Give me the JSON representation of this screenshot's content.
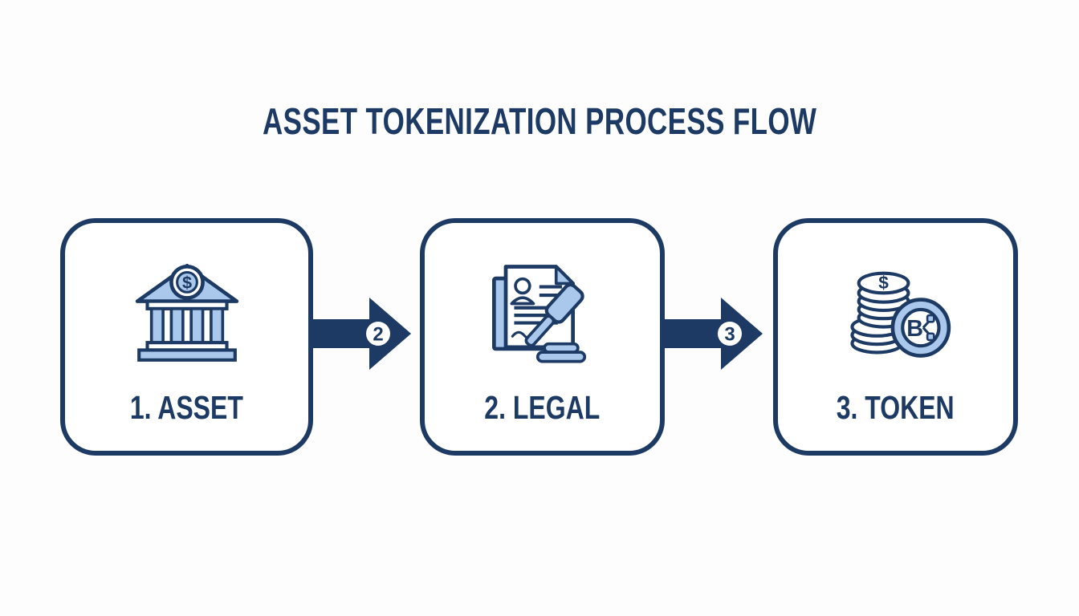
{
  "title": "ASSET TOKENIZATION PROCESS FLOW",
  "colors": {
    "navy": "#1c3a64",
    "light_blue": "#a9c8ec",
    "background": "#fdfdfd",
    "box_background": "#ffffff"
  },
  "steps": [
    {
      "label": "1. ASSET",
      "icon": "bank-icon",
      "coin_symbol": "$"
    },
    {
      "label": "2. LEGAL",
      "icon": "document-gavel-icon"
    },
    {
      "label": "3. TOKEN",
      "icon": "coins-token-icon",
      "coin_symbol": "$",
      "token_letter": "B"
    }
  ],
  "arrows": [
    {
      "badge": "2"
    },
    {
      "badge": "3"
    }
  ]
}
